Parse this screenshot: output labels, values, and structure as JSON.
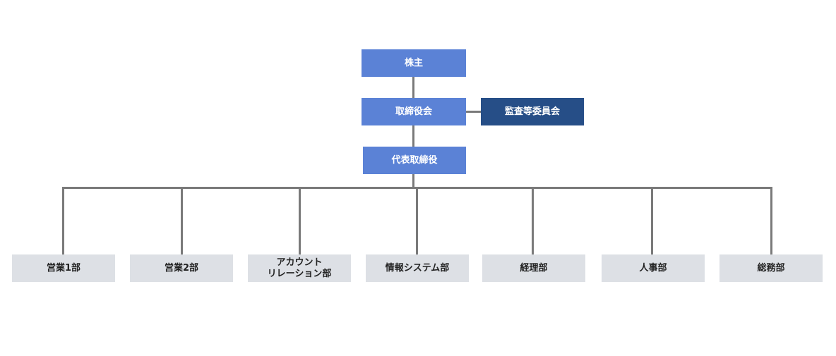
{
  "org_chart": {
    "shareholders": "株主",
    "board": "取締役会",
    "audit_committee": "監査等委員会",
    "ceo": "代表取締役",
    "departments": [
      "営業1部",
      "営業2部",
      "アカウント\nリレーション部",
      "情報システム部",
      "経理部",
      "人事部",
      "総務部"
    ]
  },
  "colors": {
    "executive_box": "#5b82d6",
    "audit_box": "#264e87",
    "department_box": "#dde0e5",
    "connector": "#7a7a7a"
  }
}
